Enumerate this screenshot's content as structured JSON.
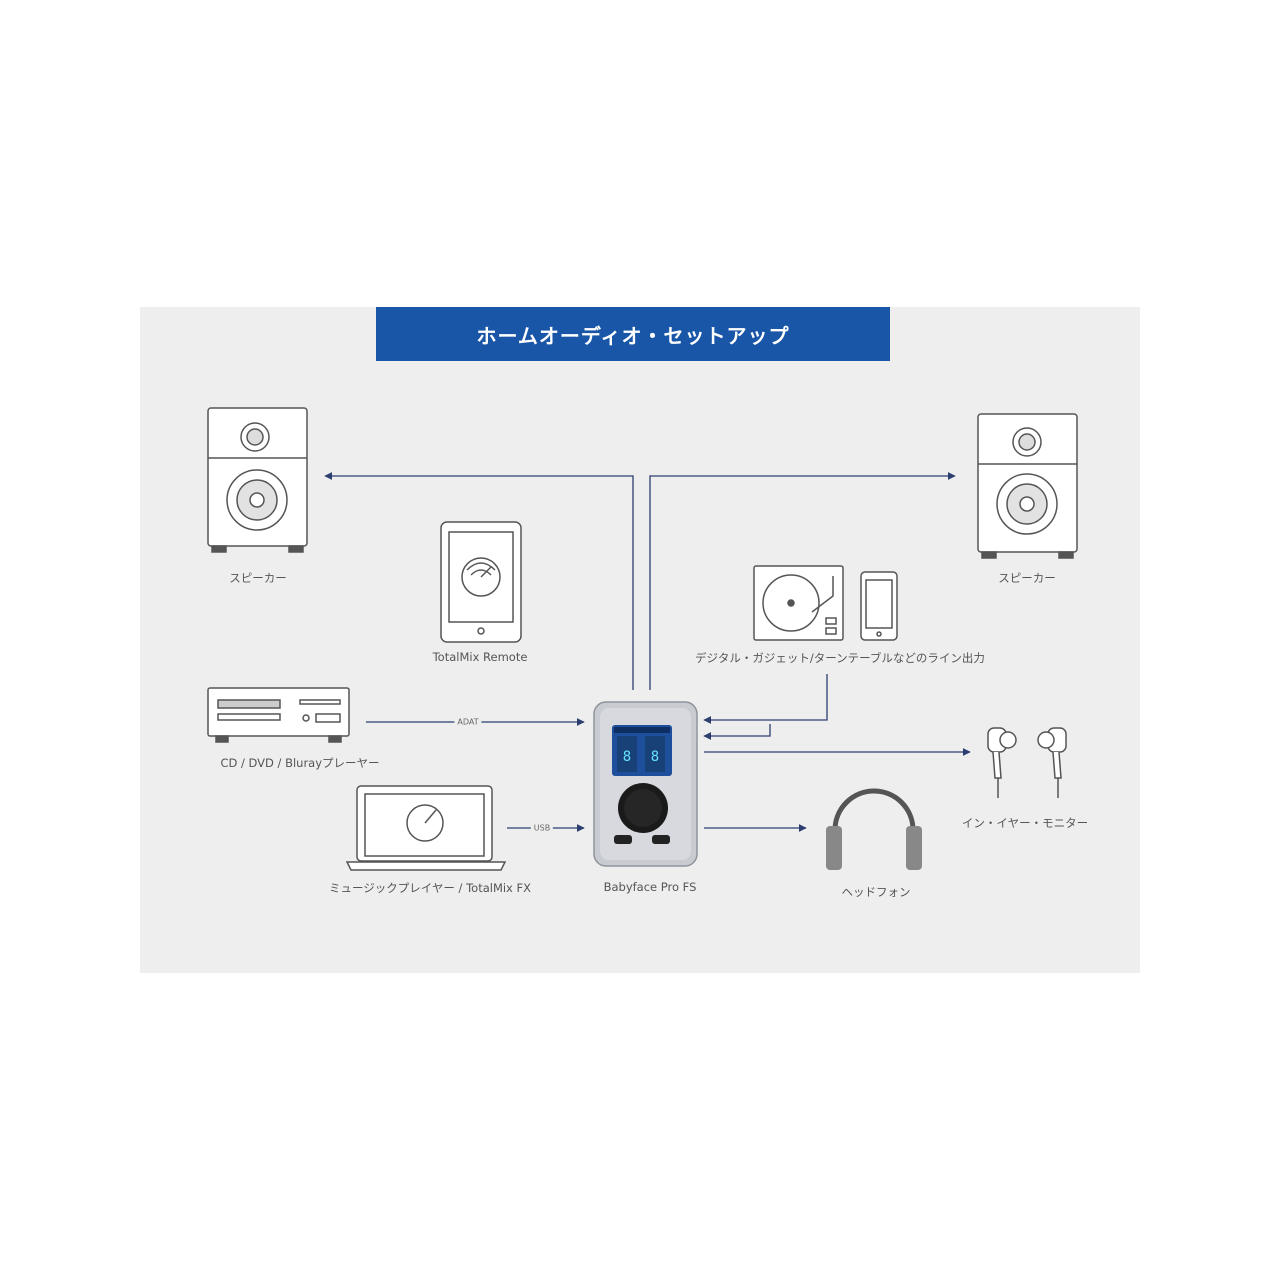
{
  "title": "ホームオーディオ・セットアップ",
  "devices": {
    "speaker_left": "スピーカー",
    "speaker_right": "スピーカー",
    "tablet": "TotalMix Remote",
    "sources": "デジタル・ガジェット/ターンテーブルなどのライン出力",
    "player": "CD / DVD / Blurayプレーヤー",
    "laptop": "ミュージックプレイヤー / TotalMix FX",
    "interface": "Babyface Pro FS",
    "iem": "イン・イヤー・モニター",
    "headphones": "ヘッドフォン"
  },
  "connections": {
    "adat": "ADAT",
    "usb": "USB"
  },
  "colors": {
    "banner": "#1a56a8",
    "panel": "#eeeeee",
    "line": "#2c3e70",
    "outline": "#555555",
    "interface_blue": "#1d4f9c"
  },
  "icons": [
    "speaker-icon",
    "tablet-icon",
    "turntable-icon",
    "phone-icon",
    "disc-player-icon",
    "laptop-icon",
    "audio-interface-icon",
    "earphones-icon",
    "headphones-icon"
  ]
}
